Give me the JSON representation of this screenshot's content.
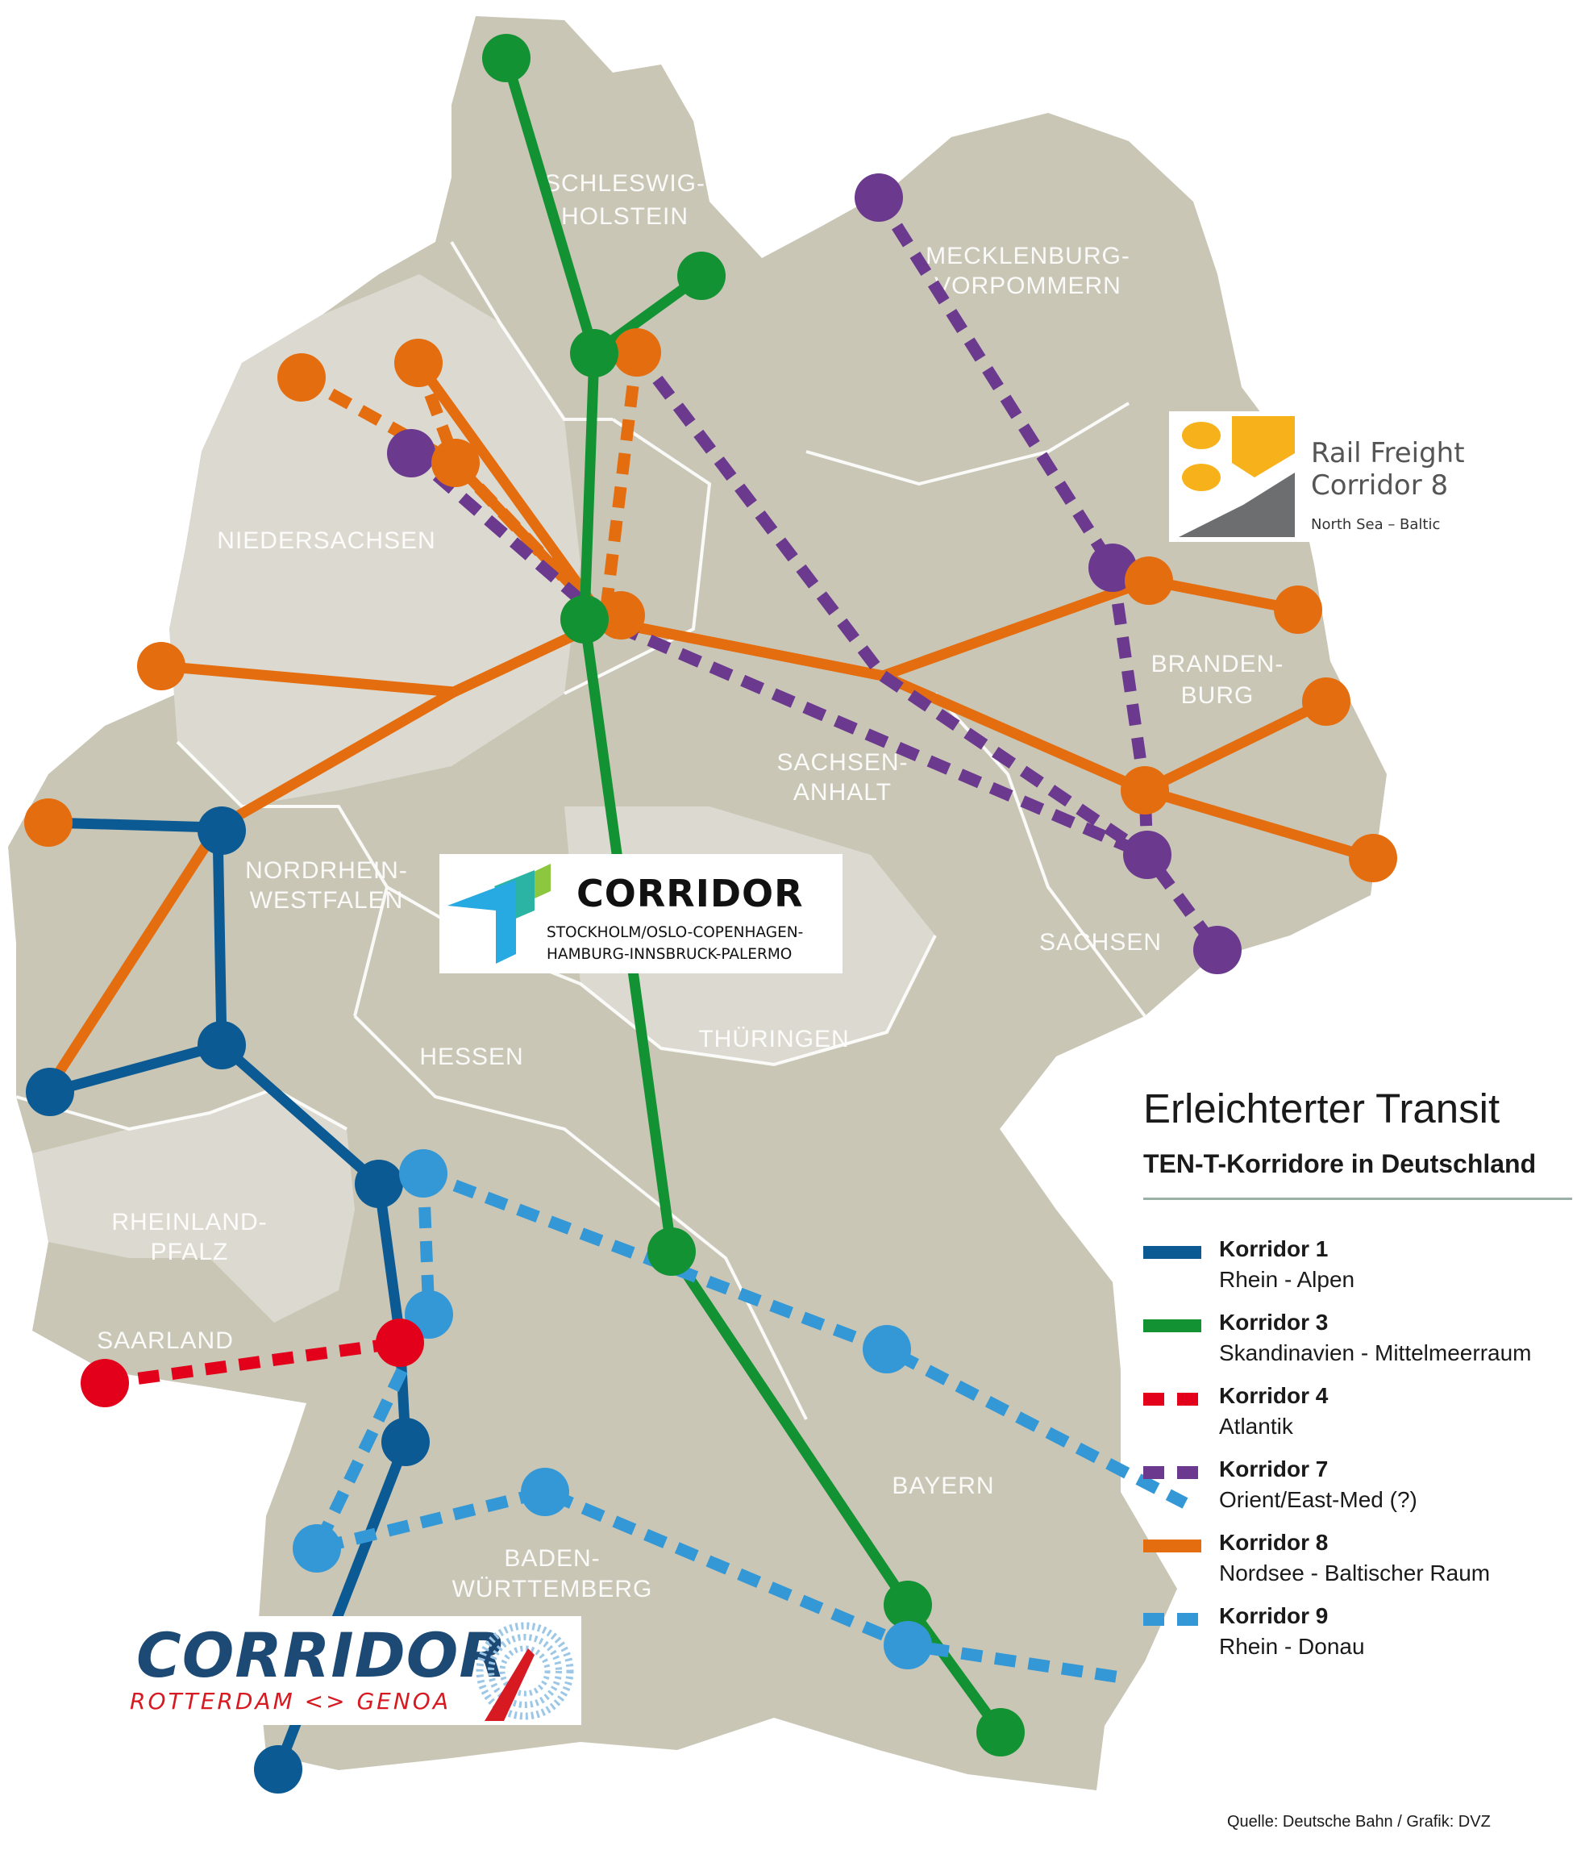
{
  "map": {
    "colors": {
      "land": "#c9c6b6",
      "land_light": "#dcdad0",
      "border": "#ffffff"
    },
    "state_labels": [
      "SCHLESWIG-",
      "HOLSTEIN",
      "MECKLENBURG-",
      "VORPOMMERN",
      "NIEDERSACHSEN",
      "BRANDEN-",
      "BURG",
      "SACHSEN-",
      "ANHALT",
      "NORDRHEIN-",
      "WESTFALEN",
      "SACHSEN",
      "HESSEN",
      "THÜRINGEN",
      "RHEINLAND-",
      "PFALZ",
      "SAARLAND",
      "BAYERN",
      "BADEN-",
      "WÜRTTEMBERG"
    ]
  },
  "corridors": {
    "k1": {
      "color": "#0b5a93"
    },
    "k3": {
      "color": "#139233"
    },
    "k4": {
      "color": "#e3001b"
    },
    "k7": {
      "color": "#6b3a8f"
    },
    "k8": {
      "color": "#e46d10"
    },
    "k9": {
      "color": "#3498d6"
    }
  },
  "logos": {
    "scanmed": {
      "title": "CORRIDOR",
      "line1": "STOCKHOLM/OSLO-COPENHAGEN-",
      "line2": "HAMBURG-INNSBRUCK-PALERMO",
      "colors": [
        "#8dc63f",
        "#2bb3a3",
        "#27a9e1"
      ]
    },
    "rfc8": {
      "line1": "Rail Freight",
      "line2": "Corridor 8",
      "line3": "North Sea – Baltic",
      "colors": [
        "#f7b21b",
        "#6d6e70"
      ]
    },
    "rhine_alpine": {
      "title": "CORRIDOR",
      "subtitle": "ROTTERDAM <> GENOA",
      "colors": [
        "#1d4a74",
        "#d71a21",
        "#9cc7e6"
      ]
    }
  },
  "legend": {
    "title": "Erleichterter Transit",
    "subtitle": "TEN-T-Korridore in Deutschland",
    "entries": [
      {
        "name": "Korridor 1",
        "desc": "Rhein - Alpen",
        "color": "#0b5a93",
        "style": "solid"
      },
      {
        "name": "Korridor 3",
        "desc": "Skandinavien - Mittelmeerraum",
        "color": "#139233",
        "style": "solid"
      },
      {
        "name": "Korridor 4",
        "desc": "Atlantik",
        "color": "#e3001b",
        "style": "dashed"
      },
      {
        "name": "Korridor 7",
        "desc": "Orient/East-Med (?)",
        "color": "#6b3a8f",
        "style": "dashed"
      },
      {
        "name": "Korridor 8",
        "desc": "Nordsee - Baltischer Raum",
        "color": "#e46d10",
        "style": "solid"
      },
      {
        "name": "Korridor 9",
        "desc": "Rhein - Donau",
        "color": "#3498d6",
        "style": "dashed"
      }
    ]
  },
  "source": "Quelle: Deutsche Bahn / Grafik: DVZ"
}
